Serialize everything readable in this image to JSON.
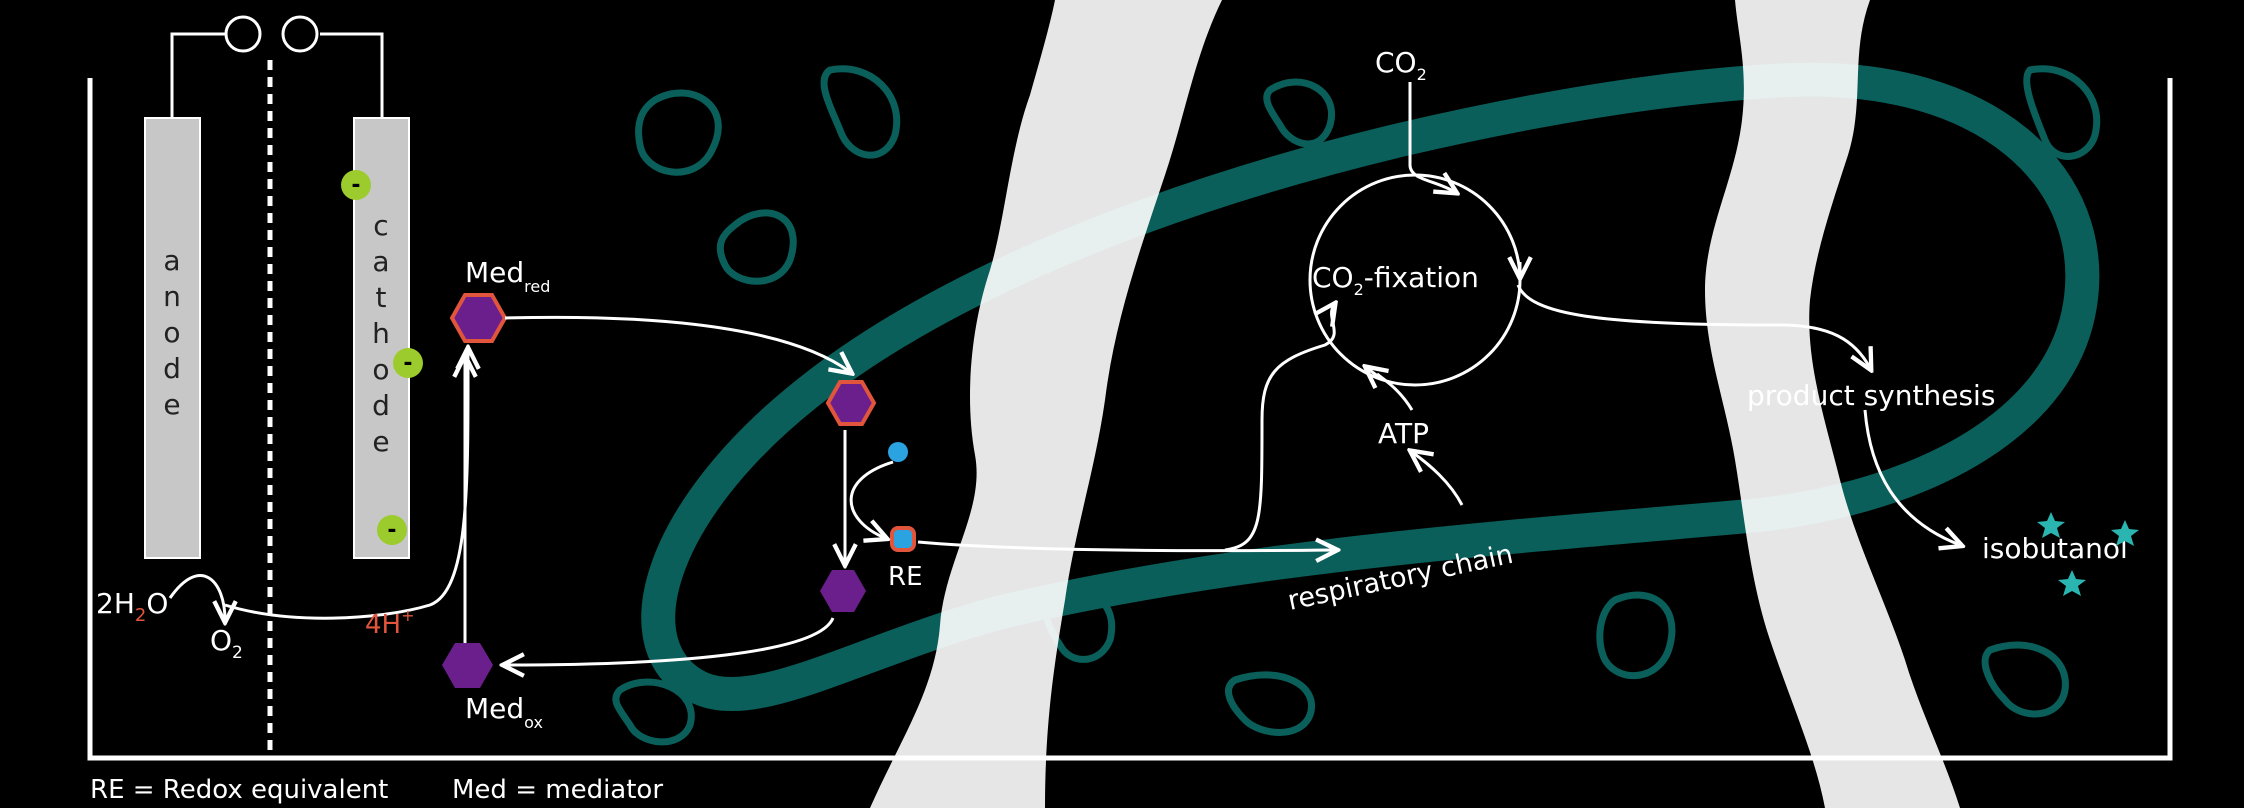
{
  "colors": {
    "background": "#000000",
    "line": "#ffffff",
    "cell_border": "#0a5f5a",
    "electrode": "#c7c7c7",
    "electron": "#9ccb2e",
    "mediator_fill": "#6a1f8c",
    "mediator_outline": "#e0553c",
    "re_core": "#2aa3e0",
    "water_highlight": "#e0553c",
    "star": "#2ab5b0",
    "light_band": "#ffffff"
  },
  "electrodes": {
    "anode": [
      "a",
      "n",
      "o",
      "d",
      "e"
    ],
    "cathode": [
      "c",
      "a",
      "t",
      "h",
      "o",
      "d",
      "e"
    ]
  },
  "electron_sign": "-",
  "labels": {
    "water_coef": "2H",
    "water_sub": "2",
    "water_o": "O",
    "o2_main": "O",
    "o2_sub": "2",
    "proton": "4H",
    "proton_sup": "+",
    "med_red_main": "Med",
    "med_red_sub": "red",
    "med_ox_main": "Med",
    "med_ox_sub": "ox",
    "re": "RE",
    "co2_main": "CO",
    "co2_sub": "2",
    "co2fix_main": "CO",
    "co2fix_sub": "2",
    "co2fix_rest": "-fixation",
    "atp": "ATP",
    "respiratory_chain": "respiratory chain",
    "product_synthesis": "product synthesis",
    "isobutanol": "isobutanol"
  },
  "legend": {
    "re": "RE = Redox equivalent",
    "med": "Med = mediator"
  }
}
